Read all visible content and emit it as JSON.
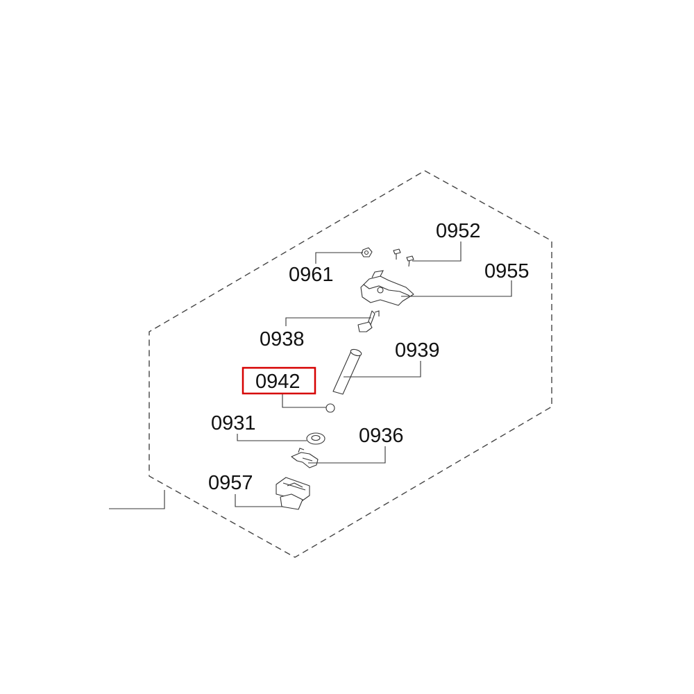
{
  "diagram": {
    "highlight_color": "#d60000",
    "highlighted_part": "0942",
    "parts": {
      "p0952": "0952",
      "p0961": "0961",
      "p0955": "0955",
      "p0938": "0938",
      "p0939": "0939",
      "p0942": "0942",
      "p0931": "0931",
      "p0936": "0936",
      "p0957": "0957"
    }
  }
}
